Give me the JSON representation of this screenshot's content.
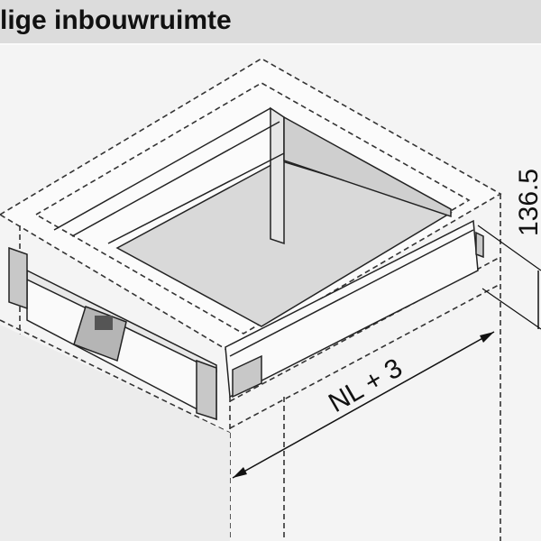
{
  "header": {
    "title": "lige inbouwruimte"
  },
  "diagram": {
    "width_label": "NL + 3",
    "height_label": "136.5",
    "colors": {
      "header_bg": "#dcdcdc",
      "panel_gray": "#c8c8c8",
      "bottom_gray": "#d9d9d9",
      "line": "#222222"
    }
  }
}
